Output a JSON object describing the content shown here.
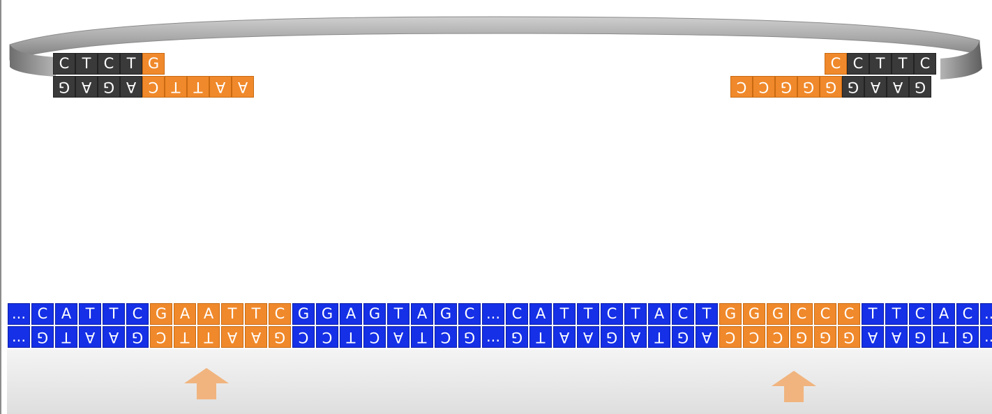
{
  "colors": {
    "insert_base": "#1530e6",
    "restriction_site": "#f0892b",
    "vector_base": "#3a3a3a",
    "arrow": "#f1b47e"
  },
  "vector": {
    "left_top": [
      {
        "b": "C",
        "site": false
      },
      {
        "b": "T",
        "site": false
      },
      {
        "b": "C",
        "site": false
      },
      {
        "b": "T",
        "site": false
      },
      {
        "b": "G",
        "site": true
      }
    ],
    "left_bottom": [
      {
        "b": "G",
        "site": false
      },
      {
        "b": "A",
        "site": false
      },
      {
        "b": "G",
        "site": false
      },
      {
        "b": "A",
        "site": false
      },
      {
        "b": "C",
        "site": true
      },
      {
        "b": "T",
        "site": true
      },
      {
        "b": "T",
        "site": true
      },
      {
        "b": "A",
        "site": true
      },
      {
        "b": "A",
        "site": true
      }
    ],
    "right_top": [
      {
        "b": "C",
        "site": true
      },
      {
        "b": "C",
        "site": false
      },
      {
        "b": "T",
        "site": false
      },
      {
        "b": "T",
        "site": false
      },
      {
        "b": "C",
        "site": false
      }
    ],
    "right_bottom": [
      {
        "b": "C",
        "site": true
      },
      {
        "b": "C",
        "site": true
      },
      {
        "b": "G",
        "site": true
      },
      {
        "b": "G",
        "site": true
      },
      {
        "b": "G",
        "site": true
      },
      {
        "b": "G",
        "site": false
      },
      {
        "b": "A",
        "site": false
      },
      {
        "b": "A",
        "site": false
      },
      {
        "b": "G",
        "site": false
      }
    ]
  },
  "insert": {
    "top": [
      {
        "b": "...",
        "site": false
      },
      {
        "b": "C",
        "site": false
      },
      {
        "b": "A",
        "site": false
      },
      {
        "b": "T",
        "site": false
      },
      {
        "b": "T",
        "site": false
      },
      {
        "b": "C",
        "site": false
      },
      {
        "b": "G",
        "site": true
      },
      {
        "b": "A",
        "site": true
      },
      {
        "b": "A",
        "site": true
      },
      {
        "b": "T",
        "site": true
      },
      {
        "b": "T",
        "site": true
      },
      {
        "b": "C",
        "site": true
      },
      {
        "b": "G",
        "site": false
      },
      {
        "b": "G",
        "site": false
      },
      {
        "b": "A",
        "site": false
      },
      {
        "b": "G",
        "site": false
      },
      {
        "b": "T",
        "site": false
      },
      {
        "b": "A",
        "site": false
      },
      {
        "b": "G",
        "site": false
      },
      {
        "b": "C",
        "site": false
      },
      {
        "b": "...",
        "site": false
      },
      {
        "b": "C",
        "site": false
      },
      {
        "b": "A",
        "site": false
      },
      {
        "b": "T",
        "site": false
      },
      {
        "b": "T",
        "site": false
      },
      {
        "b": "C",
        "site": false
      },
      {
        "b": "T",
        "site": false
      },
      {
        "b": "A",
        "site": false
      },
      {
        "b": "C",
        "site": false
      },
      {
        "b": "T",
        "site": false
      },
      {
        "b": "G",
        "site": true
      },
      {
        "b": "G",
        "site": true
      },
      {
        "b": "G",
        "site": true
      },
      {
        "b": "C",
        "site": true
      },
      {
        "b": "C",
        "site": true
      },
      {
        "b": "C",
        "site": true
      },
      {
        "b": "T",
        "site": false
      },
      {
        "b": "T",
        "site": false
      },
      {
        "b": "C",
        "site": false
      },
      {
        "b": "A",
        "site": false
      },
      {
        "b": "C",
        "site": false
      },
      {
        "b": "...",
        "site": false
      }
    ],
    "bottom": [
      {
        "b": "...",
        "site": false
      },
      {
        "b": "G",
        "site": false
      },
      {
        "b": "T",
        "site": false
      },
      {
        "b": "A",
        "site": false
      },
      {
        "b": "A",
        "site": false
      },
      {
        "b": "G",
        "site": false
      },
      {
        "b": "C",
        "site": true
      },
      {
        "b": "T",
        "site": true
      },
      {
        "b": "T",
        "site": true
      },
      {
        "b": "A",
        "site": true
      },
      {
        "b": "A",
        "site": true
      },
      {
        "b": "G",
        "site": true
      },
      {
        "b": "C",
        "site": false
      },
      {
        "b": "C",
        "site": false
      },
      {
        "b": "T",
        "site": false
      },
      {
        "b": "C",
        "site": false
      },
      {
        "b": "A",
        "site": false
      },
      {
        "b": "T",
        "site": false
      },
      {
        "b": "C",
        "site": false
      },
      {
        "b": "G",
        "site": false
      },
      {
        "b": "...",
        "site": false
      },
      {
        "b": "G",
        "site": false
      },
      {
        "b": "T",
        "site": false
      },
      {
        "b": "A",
        "site": false
      },
      {
        "b": "A",
        "site": false
      },
      {
        "b": "G",
        "site": false
      },
      {
        "b": "A",
        "site": false
      },
      {
        "b": "T",
        "site": false
      },
      {
        "b": "G",
        "site": false
      },
      {
        "b": "A",
        "site": false
      },
      {
        "b": "C",
        "site": true
      },
      {
        "b": "C",
        "site": true
      },
      {
        "b": "C",
        "site": true
      },
      {
        "b": "G",
        "site": true
      },
      {
        "b": "G",
        "site": true
      },
      {
        "b": "G",
        "site": true
      },
      {
        "b": "A",
        "site": false
      },
      {
        "b": "A",
        "site": false
      },
      {
        "b": "G",
        "site": false
      },
      {
        "b": "T",
        "site": false
      },
      {
        "b": "G",
        "site": false
      },
      {
        "b": "...",
        "site": false
      }
    ]
  }
}
